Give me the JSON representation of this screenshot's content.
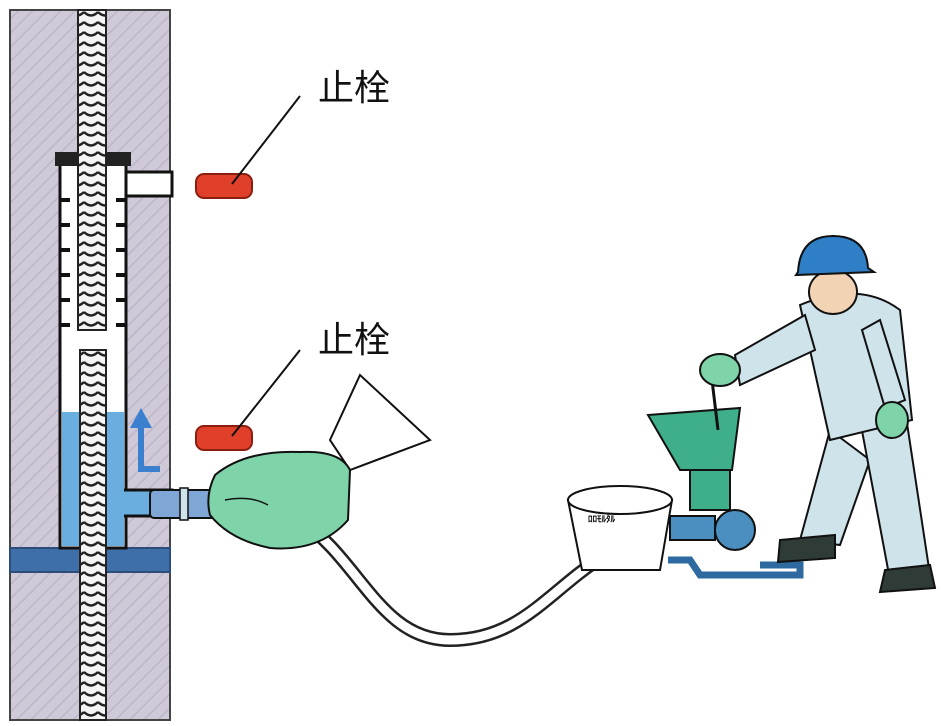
{
  "labels": {
    "upper_plug": "止栓",
    "lower_plug": "止栓"
  },
  "mortar_bag": {
    "text": "ﾛﾛﾓﾙﾀﾙ"
  },
  "colors": {
    "wall": "#cfc9d8",
    "wall_stripe": "#b9b2c6",
    "slab": "#3f6fa8",
    "grout": "#6aaee0",
    "plug": "#e0402a",
    "glove": "#7fd3a8",
    "worker_suit": "#cfe3ea",
    "helmet": "#2f7fc7",
    "hopper": "#3fae8a",
    "pump": "#4a8fbf",
    "hose": "#ffffff"
  },
  "icons": [
    "upward-flow-arrow-icon"
  ]
}
